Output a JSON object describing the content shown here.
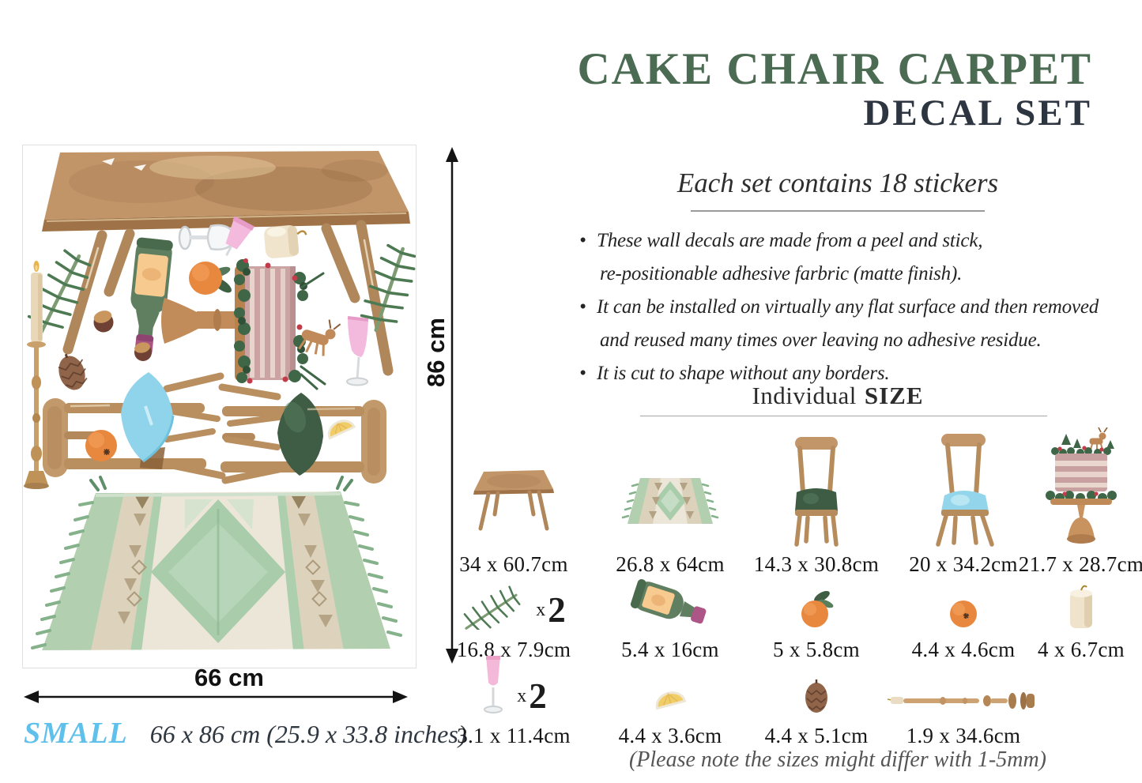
{
  "title": {
    "line1": "CAKE CHAIR CARPET",
    "line2": "DECAL SET"
  },
  "subtitle": "Each set contains 18 stickers",
  "bullet_char": "•",
  "bullets": [
    {
      "lines": [
        "These wall decals are made from a peel and stick,",
        "re-positionable adhesive farbric (matte finish)."
      ]
    },
    {
      "lines": [
        "It can be installed on virtually any flat surface and then removed",
        "and reused many times over leaving no adhesive residue."
      ]
    },
    {
      "lines": [
        "It is cut to shape without any borders."
      ]
    }
  ],
  "size_heading": {
    "regular": "Individual",
    "bold": "SIZE"
  },
  "size_note": "(Please note the sizes might differ with 1-5mm)",
  "multiplier": {
    "x": "x",
    "count": "2"
  },
  "dimensions": {
    "height": "86 cm",
    "width": "66 cm",
    "variant": "SMALL",
    "detail": "66 x 86 cm (25.9 x 33.8 inches)"
  },
  "size_grid": {
    "rows": [
      {
        "cells": [
          {
            "item": "table",
            "size": "34 x 60.7cm"
          },
          {
            "item": "carpet",
            "size": "26.8 x 64cm"
          },
          {
            "item": "chair-green",
            "size": "14.3 x 30.8cm"
          },
          {
            "item": "chair-blue",
            "size": "20 x 34.2cm"
          },
          {
            "item": "cake",
            "size": "21.7 x 28.7cm"
          }
        ]
      },
      {
        "cells": [
          {
            "item": "pine-branch",
            "size": "16.8 x 7.9cm",
            "quantity": "x 2"
          },
          {
            "item": "champagne-bottle",
            "size": "5.4 x 16cm"
          },
          {
            "item": "orange-with-leaf",
            "size": "5 x 5.8cm"
          },
          {
            "item": "orange",
            "size": "4.4 x 4.6cm"
          },
          {
            "item": "candle",
            "size": "4 x 6.7cm"
          }
        ]
      },
      {
        "cells": [
          {
            "item": "champagne-glass",
            "size": "3.1 x 11.4cm",
            "quantity": "x 2"
          },
          {
            "item": "lemon-slice",
            "size": "4.4 x 3.6cm"
          },
          {
            "item": "pine-cone",
            "size": "4.4 x 5.1cm"
          },
          {
            "item": "candlestick",
            "size": "1.9 x 34.6cm"
          }
        ]
      }
    ]
  },
  "colors": {
    "title_green": "#4b6b53",
    "title_dark": "#2c3540",
    "accent_blue": "#5fc0ec",
    "wood": "#c29569",
    "pine_green": "#4d7a52",
    "cushion_blue": "#90d4eb",
    "cushion_green": "#3f5c44",
    "carpet_green": "#aecfae",
    "cake_pink": "#c9a0a0",
    "glass_pink": "#f3bade",
    "orange": "#e8883f"
  }
}
